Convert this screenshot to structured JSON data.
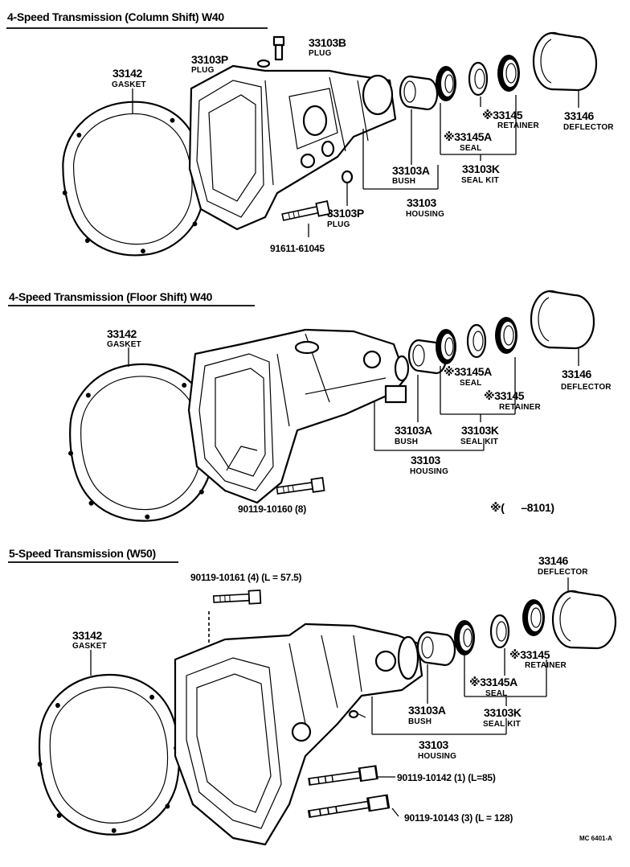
{
  "sections": [
    {
      "title": "4-Speed Transmission (Column Shift) W40",
      "labels": {
        "gasket_no": "33142",
        "gasket": "GASKET",
        "plug_top_no": "33103B",
        "plug_top": "PLUG",
        "plug_left_no": "33103P",
        "plug_left": "PLUG",
        "plug_bottom_no": "33103P",
        "plug_bottom": "PLUG",
        "bolt": "91611-61045",
        "bush_no": "33103A",
        "bush": "BUSH",
        "housing_no": "33103",
        "housing": "HOUSING",
        "seal_no": "※33145A",
        "seal": "SEAL",
        "retainer_no": "※33145",
        "retainer": "RETAINER",
        "sealkit_no": "33103K",
        "sealkit": "SEAL KIT",
        "deflector_no": "33146",
        "deflector": "DEFLECTOR"
      }
    },
    {
      "title": "4-Speed Transmission (Floor Shift) W40",
      "labels": {
        "gasket_no": "33142",
        "gasket": "GASKET",
        "bolt": "90119-10160 (8)",
        "bush_no": "33103A",
        "bush": "BUSH",
        "housing_no": "33103",
        "housing": "HOUSING",
        "seal_no": "※33145A",
        "seal": "SEAL",
        "retainer_no": "※33145",
        "retainer": "RETAINER",
        "sealkit_no": "33103K",
        "sealkit": "SEAL KIT",
        "deflector_no": "33146",
        "deflector": "DEFLECTOR",
        "note": "※(      –8101)"
      }
    },
    {
      "title": "5-Speed Transmission (W50)",
      "labels": {
        "gasket_no": "33142",
        "gasket": "GASKET",
        "bolt_top": "90119-10161 (4) (L = 57.5)",
        "bolt_mid": "90119-10142 (1) (L=85)",
        "bolt_bottom": "90119-10143 (3) (L = 128)",
        "bush_no": "33103A",
        "bush": "BUSH",
        "housing_no": "33103",
        "housing": "HOUSING",
        "seal_no": "※33145A",
        "seal": "SEAL",
        "retainer_no": "※33145",
        "retainer": "RETAINER",
        "sealkit_no": "33103K",
        "sealkit": "SEAL KIT",
        "deflector_no": "33146",
        "deflector": "DEFLECTOR"
      }
    }
  ],
  "figure_code": "MC 6401-A"
}
